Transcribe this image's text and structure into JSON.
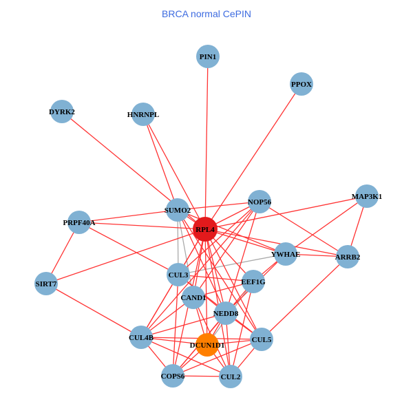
{
  "title": "BRCA normal CePIN",
  "colors": {
    "node_default": "#80b1d3",
    "node_hub": "#e31a1c",
    "node_query": "#ff7f00",
    "edge_red": "#ff3333",
    "edge_gray": "#aaaaaa"
  },
  "nodes": [
    {
      "id": "PIN1",
      "type": "default"
    },
    {
      "id": "PPOX",
      "type": "default"
    },
    {
      "id": "DYRK2",
      "type": "default"
    },
    {
      "id": "HNRNPL",
      "type": "default"
    },
    {
      "id": "SUMO2",
      "type": "default"
    },
    {
      "id": "NOP56",
      "type": "default"
    },
    {
      "id": "MAP3K1",
      "type": "default"
    },
    {
      "id": "PRPF40A",
      "type": "default"
    },
    {
      "id": "RPL4",
      "type": "hub"
    },
    {
      "id": "YWHAE",
      "type": "default"
    },
    {
      "id": "ARRB2",
      "type": "default"
    },
    {
      "id": "SIRT7",
      "type": "default"
    },
    {
      "id": "CUL3",
      "type": "default"
    },
    {
      "id": "EEF1G",
      "type": "default"
    },
    {
      "id": "CAND1",
      "type": "default"
    },
    {
      "id": "NEDD8",
      "type": "default"
    },
    {
      "id": "CUL4B",
      "type": "default"
    },
    {
      "id": "DCUN1D1",
      "type": "query"
    },
    {
      "id": "CUL5",
      "type": "default"
    },
    {
      "id": "COPS6",
      "type": "default"
    },
    {
      "id": "CUL2",
      "type": "default"
    }
  ],
  "edges_red": [
    [
      "RPL4",
      "PIN1"
    ],
    [
      "RPL4",
      "PPOX"
    ],
    [
      "RPL4",
      "DYRK2"
    ],
    [
      "RPL4",
      "HNRNPL"
    ],
    [
      "SUMO2",
      "HNRNPL"
    ],
    [
      "RPL4",
      "SUMO2"
    ],
    [
      "RPL4",
      "NOP56"
    ],
    [
      "RPL4",
      "MAP3K1"
    ],
    [
      "RPL4",
      "PRPF40A"
    ],
    [
      "SUMO2",
      "PRPF40A"
    ],
    [
      "SUMO2",
      "NOP56"
    ],
    [
      "RPL4",
      "YWHAE"
    ],
    [
      "RPL4",
      "ARRB2"
    ],
    [
      "RPL4",
      "SIRT7"
    ],
    [
      "RPL4",
      "CUL3"
    ],
    [
      "RPL4",
      "EEF1G"
    ],
    [
      "RPL4",
      "CAND1"
    ],
    [
      "RPL4",
      "NEDD8"
    ],
    [
      "RPL4",
      "CUL4B"
    ],
    [
      "RPL4",
      "DCUN1D1"
    ],
    [
      "RPL4",
      "CUL5"
    ],
    [
      "RPL4",
      "COPS6"
    ],
    [
      "RPL4",
      "CUL2"
    ],
    [
      "SUMO2",
      "YWHAE"
    ],
    [
      "SUMO2",
      "CUL5"
    ],
    [
      "SUMO2",
      "NEDD8"
    ],
    [
      "NOP56",
      "ARRB2"
    ],
    [
      "NOP56",
      "CUL3"
    ],
    [
      "NOP56",
      "CUL4B"
    ],
    [
      "NOP56",
      "CAND1"
    ],
    [
      "NOP56",
      "NEDD8"
    ],
    [
      "MAP3K1",
      "YWHAE"
    ],
    [
      "MAP3K1",
      "ARRB2"
    ],
    [
      "YWHAE",
      "ARRB2"
    ],
    [
      "ARRB2",
      "CUL5"
    ],
    [
      "PRPF40A",
      "CUL3"
    ],
    [
      "PRPF40A",
      "SIRT7"
    ],
    [
      "SIRT7",
      "CUL4B"
    ],
    [
      "YWHAE",
      "EEF1G"
    ],
    [
      "YWHAE",
      "NEDD8"
    ],
    [
      "CUL3",
      "EEF1G"
    ],
    [
      "CUL3",
      "CUL4B"
    ],
    [
      "CUL3",
      "COPS6"
    ],
    [
      "CUL3",
      "NEDD8"
    ],
    [
      "CUL3",
      "CUL5"
    ],
    [
      "CAND1",
      "EEF1G"
    ],
    [
      "CAND1",
      "CUL2"
    ],
    [
      "CAND1",
      "CUL4B"
    ],
    [
      "CAND1",
      "DCUN1D1"
    ],
    [
      "NEDD8",
      "CUL4B"
    ],
    [
      "NEDD8",
      "CUL5"
    ],
    [
      "NEDD8",
      "CUL2"
    ],
    [
      "NEDD8",
      "COPS6"
    ],
    [
      "NEDD8",
      "DCUN1D1"
    ],
    [
      "CUL4B",
      "DCUN1D1"
    ],
    [
      "CUL4B",
      "CUL5"
    ],
    [
      "CUL4B",
      "COPS6"
    ],
    [
      "CUL4B",
      "CUL2"
    ],
    [
      "COPS6",
      "CUL2"
    ],
    [
      "COPS6",
      "CUL5"
    ],
    [
      "COPS6",
      "DCUN1D1"
    ],
    [
      "CUL2",
      "CUL5"
    ],
    [
      "CUL2",
      "DCUN1D1"
    ],
    [
      "DCUN1D1",
      "CUL5"
    ],
    [
      "EEF1G",
      "CUL2"
    ],
    [
      "EEF1G",
      "COPS6"
    ]
  ],
  "edges_gray": [
    [
      "SUMO2",
      "CUL3"
    ],
    [
      "SUMO2",
      "CAND1"
    ],
    [
      "CUL3",
      "YWHAE"
    ],
    [
      "EEF1G",
      "DCUN1D1"
    ]
  ]
}
